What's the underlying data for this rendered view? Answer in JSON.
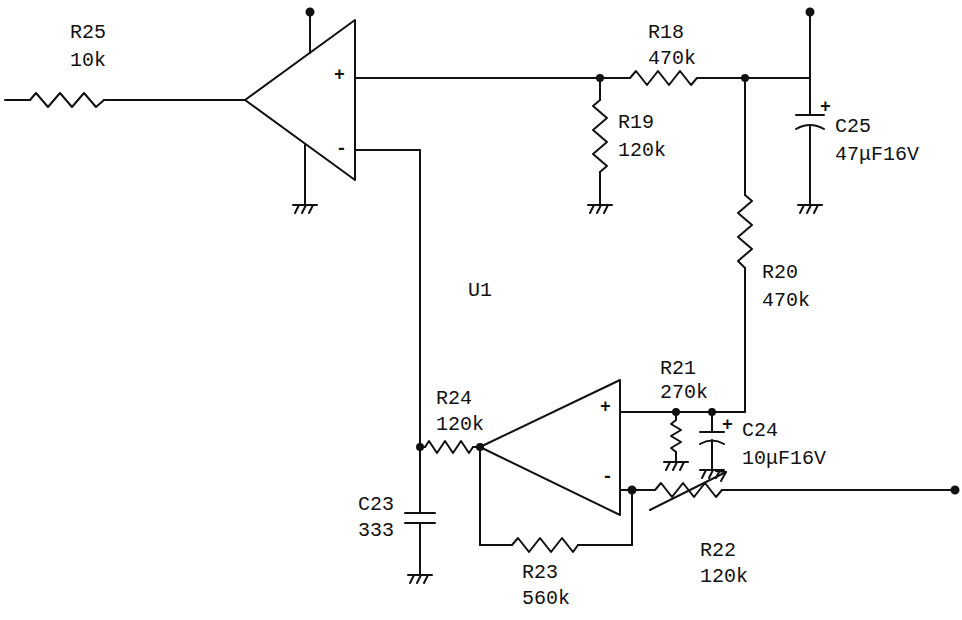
{
  "diagram": {
    "labels": [
      "R25",
      "10k",
      "+",
      "-",
      "R18",
      "470k",
      "+",
      "C25",
      "47μF16V",
      "R19",
      "120k",
      "U1",
      "R20",
      "470k",
      "R21",
      "270k",
      "R24",
      "120k",
      "+",
      "-",
      "+",
      "C24",
      "10μF16V",
      "C23",
      "333",
      "R22",
      "120k",
      "R23",
      "560k"
    ]
  }
}
